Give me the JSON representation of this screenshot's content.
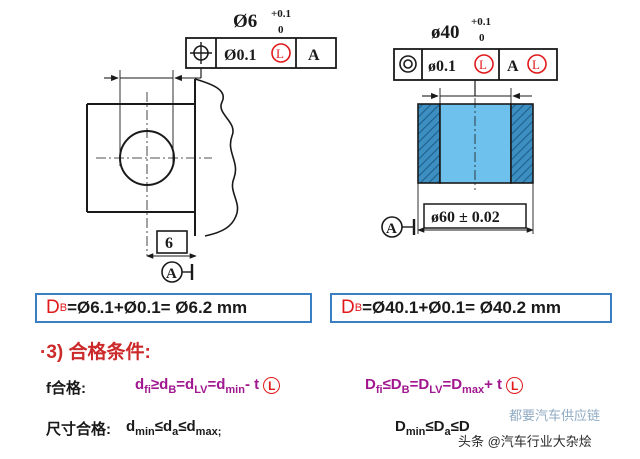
{
  "left_drawing": {
    "size_nominal": "Ø6",
    "tol_upper": "+0.1",
    "tol_lower": "0",
    "frame_tolerance": "Ø0.1",
    "frame_modifier": "L",
    "frame_datum": "A",
    "distance_dim": "6",
    "datum_label": "A"
  },
  "right_drawing": {
    "size_nominal": "ø40",
    "tol_upper": "+0.1",
    "tol_lower": "0",
    "frame_tolerance": "ø0.1",
    "frame_modifier": "L",
    "frame_datum": "A",
    "frame_datum_modifier": "L",
    "width_dim": "ø60 ± 0.02",
    "datum_label": "A"
  },
  "formula_left": {
    "symbol": "D",
    "subscript": "B",
    "expression": " =Ø6.1+Ø0.1= Ø6.2 mm"
  },
  "formula_right": {
    "symbol": "D",
    "subscript": "B",
    "expression": " =Ø40.1+Ø0.1= Ø40.2 mm"
  },
  "conditions": {
    "heading": "·3) 合格条件:",
    "f_label": "f合格:",
    "size_label": "尺寸合格:",
    "f_left": {
      "p1": "d",
      "p1_sub": "fi",
      "p2": "≥d",
      "p2_sub": "B",
      "p3": "=d",
      "p3_sub": "LV",
      "p4": "=d",
      "p4_sub": "min",
      "p5": "- t",
      "mod": "L"
    },
    "f_right": {
      "p1": "D",
      "p1_sub": "fi",
      "p2": "≤D",
      "p2_sub": "B",
      "p3": "=D",
      "p3_sub": "LV",
      "p4": "=D",
      "p4_sub": "max",
      "p5": "+ t",
      "mod": "L"
    },
    "size_left": {
      "p1": "d",
      "p1_sub": "min",
      "p2": "≤d",
      "p2_sub": "a",
      "p3": "≤d",
      "p3_sub": "max;"
    },
    "size_right": {
      "p1": "D",
      "p1_sub": "min",
      "p2": "≤D",
      "p2_sub": "a",
      "p3": "≤D"
    }
  },
  "watermark": {
    "line1": "都要汽车供应链",
    "line2": "头条 @汽车行业大杂烩"
  },
  "colors": {
    "red": "#e0191b",
    "purple": "#a0178f",
    "blue_fill": "#6ec1ec",
    "hatch_fill": "#2f7fae",
    "box_border": "#3a7ec4",
    "heading": "#cc2a2a"
  }
}
